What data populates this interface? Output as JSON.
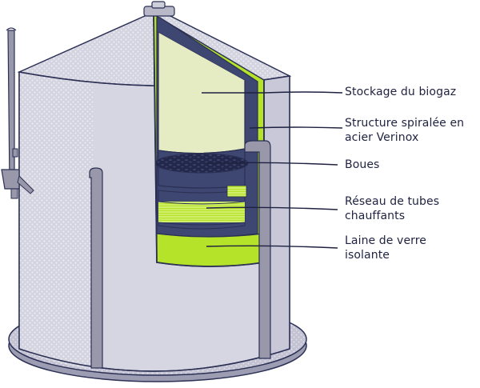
{
  "labels": [
    {
      "id": "biogas",
      "lines": [
        "Stockage du biogaz"
      ]
    },
    {
      "id": "structure",
      "lines": [
        "Structure spiralée en",
        "acier Verinox"
      ]
    },
    {
      "id": "boues",
      "lines": [
        "Boues"
      ]
    },
    {
      "id": "tubes",
      "lines": [
        "Réseau de tubes",
        "chauffants"
      ]
    },
    {
      "id": "laine",
      "lines": [
        "Laine de verre",
        "isolante"
      ]
    }
  ],
  "colors": {
    "outline": "#2b3054",
    "tank_body": "#d8d8e4",
    "tank_shadow": "#c6c6d6",
    "base": "#b4b4c6",
    "insulation": "#b4e32a",
    "gas": "#e5ecc3",
    "steel": "#3e4672",
    "sludge": "#23284a",
    "pipe": "#9898aa"
  }
}
